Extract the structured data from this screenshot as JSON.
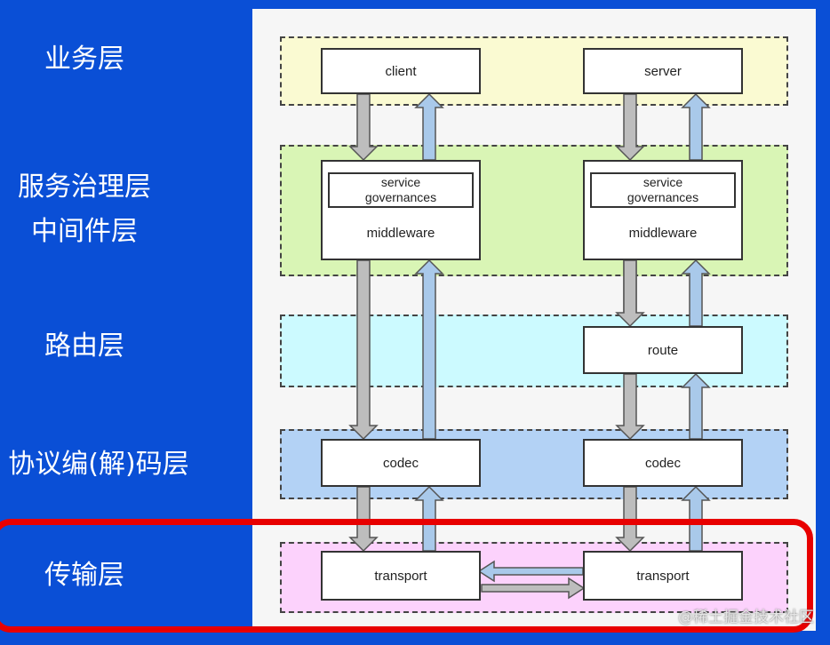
{
  "layers": {
    "business": "业务层",
    "governance_line1": "服务治理层",
    "governance_line2": "中间件层",
    "routing": "路由层",
    "codec": "协议编(解)码层",
    "transport": "传输层"
  },
  "boxes": {
    "client": "client",
    "server": "server",
    "service_governances": "service\ngovernances",
    "middleware": "middleware",
    "route": "route",
    "codec": "codec",
    "transport": "transport"
  },
  "colors": {
    "background": "#0a4fd6",
    "business_layer": "#fafad2",
    "governance_layer": "#d9f5b5",
    "routing_layer": "#ccfaff",
    "codec_layer": "#b3d2f5",
    "transport_layer": "#fcd2fc",
    "down_arrow": "#bdbdbd",
    "up_arrow": "#a9c9ea",
    "highlight": "#e80000"
  },
  "watermark": "@稀土掘金技术社区"
}
